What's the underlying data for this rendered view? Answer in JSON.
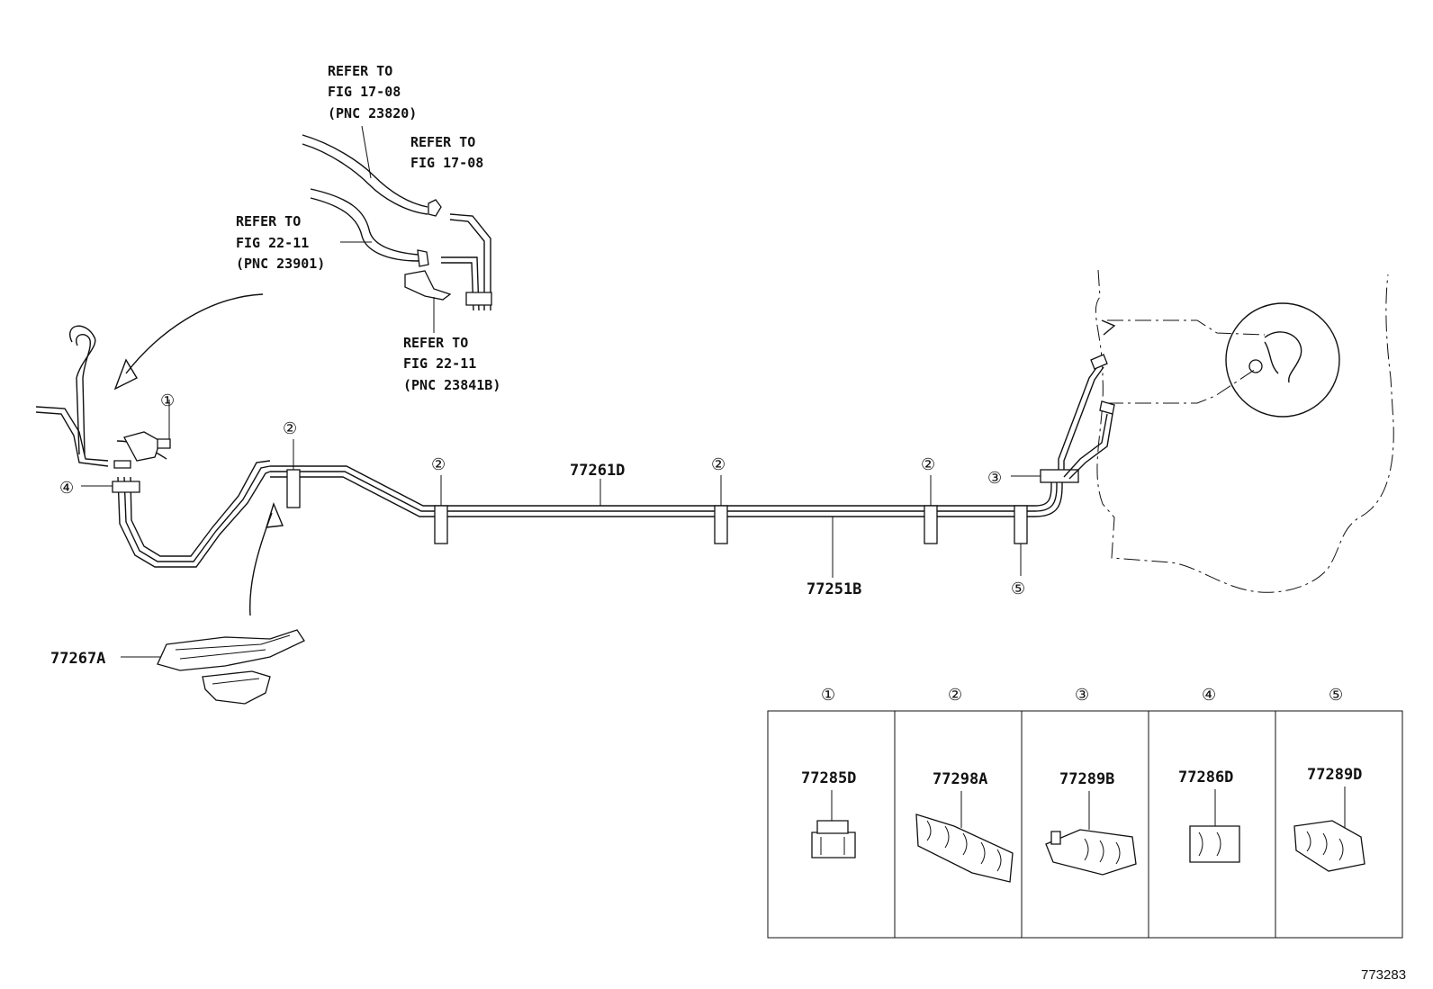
{
  "refs": {
    "ref1": {
      "lines": [
        "REFER TO",
        "FIG 17-08",
        "(PNC 23820)"
      ]
    },
    "ref2": {
      "lines": [
        "REFER TO",
        "FIG 17-08"
      ]
    },
    "ref3": {
      "lines": [
        "REFER TO",
        "FIG 22-11",
        "(PNC 23901)"
      ]
    },
    "ref4": {
      "lines": [
        "REFER TO",
        "FIG 22-11",
        "(PNC 23841B)"
      ]
    }
  },
  "parts": {
    "tube_upper": "77261D",
    "tube_lower": "77251B",
    "bracket": "77267A"
  },
  "callouts": {
    "c1": "①",
    "c2": "②",
    "c3": "③",
    "c4": "④",
    "c5": "⑤"
  },
  "table": {
    "columns": [
      {
        "num": "①",
        "part": "77285D"
      },
      {
        "num": "②",
        "part": "77298A"
      },
      {
        "num": "③",
        "part": "77289B"
      },
      {
        "num": "④",
        "part": "77286D"
      },
      {
        "num": "⑤",
        "part": "77289D"
      }
    ]
  },
  "figure_id": "773283"
}
